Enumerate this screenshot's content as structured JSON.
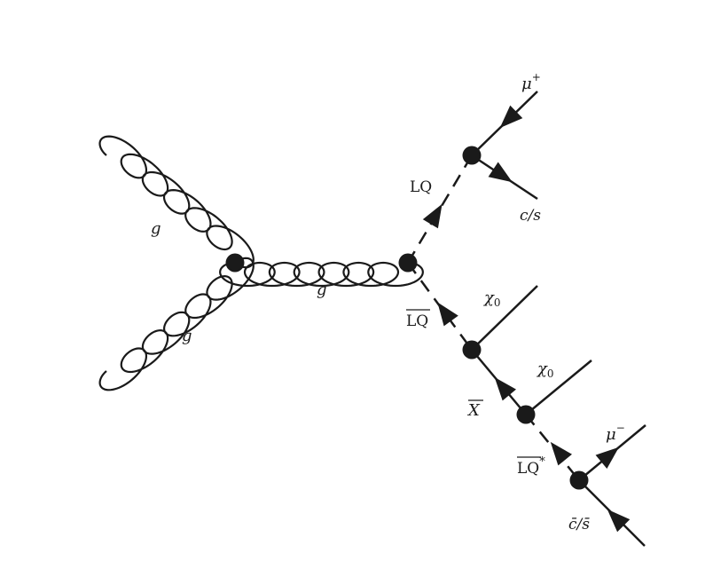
{
  "diagram": {
    "colors": {
      "ink": "#1a1a1a",
      "background": "#ffffff"
    },
    "labels": {
      "gluon_upper": "g",
      "gluon_lower": "g",
      "gluon_internal": "g",
      "lq": "LQ",
      "lq_bar": "LQ",
      "lq_bar_star": "LQ",
      "star": "*",
      "x_bar": "X",
      "chi0_a": "χ",
      "chi0_a_sub": "0",
      "chi0_b": "χ",
      "chi0_b_sub": "0",
      "mu_plus": "μ",
      "mu_plus_sup": "+",
      "mu_minus": "μ",
      "mu_minus_sup": "−",
      "cs": "c/s",
      "cs_bar": "c̄/s̄"
    }
  }
}
